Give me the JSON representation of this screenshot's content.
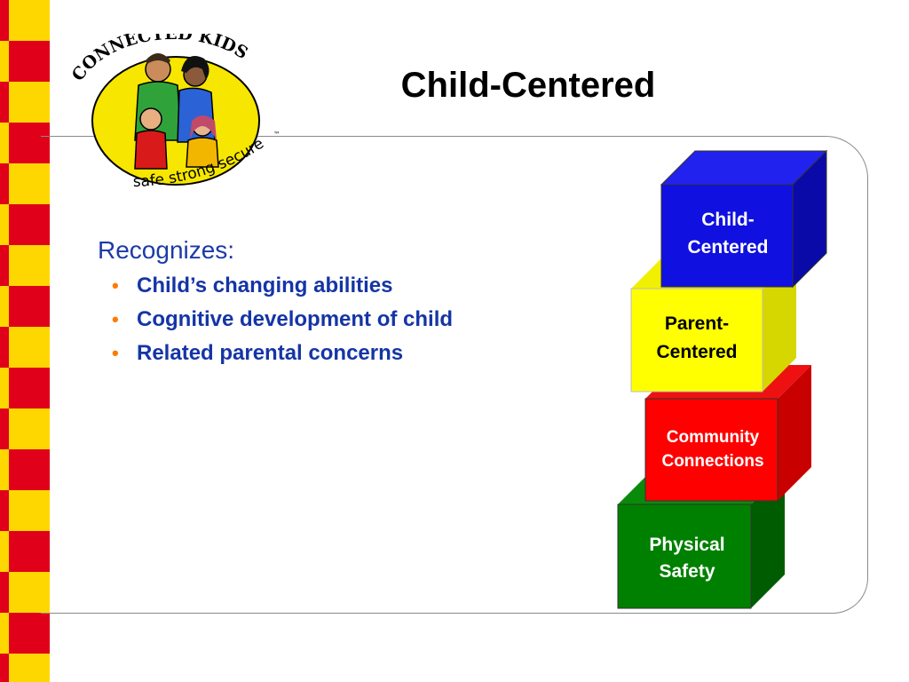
{
  "slide": {
    "title": "Child-Centered"
  },
  "logo": {
    "arc_text": "CONNECTED KIDS",
    "tagline": "safe strong secure",
    "trademark": "™"
  },
  "content": {
    "heading": "Recognizes:",
    "bullets": [
      "Child’s changing abilities",
      "Cognitive development of child",
      "Related parental concerns"
    ]
  },
  "blocks": [
    {
      "line1": "Child-",
      "line2": "Centered",
      "color_front": "#1010e0",
      "color_side": "#0a0aa8",
      "color_top": "#2222ee",
      "text_color": "#ffffff"
    },
    {
      "line1": "Parent-",
      "line2": "Centered",
      "color_front": "#ffff00",
      "color_side": "#d6d600",
      "color_top": "#f0f000",
      "text_color": "#000000"
    },
    {
      "line1": "Community",
      "line2": "Connections",
      "color_front": "#ff0000",
      "color_side": "#c80000",
      "color_top": "#ee1111",
      "text_color": "#ffffff"
    },
    {
      "line1": "Physical",
      "line2": "Safety",
      "color_front": "#008000",
      "color_side": "#005c00",
      "color_top": "#0a8a0a",
      "text_color": "#ffffff"
    }
  ],
  "colors": {
    "stripe_yellow": "#ffd700",
    "stripe_red": "#e0001a",
    "bullet_orange": "#ff7a00",
    "text_blue": "#1535a6"
  }
}
